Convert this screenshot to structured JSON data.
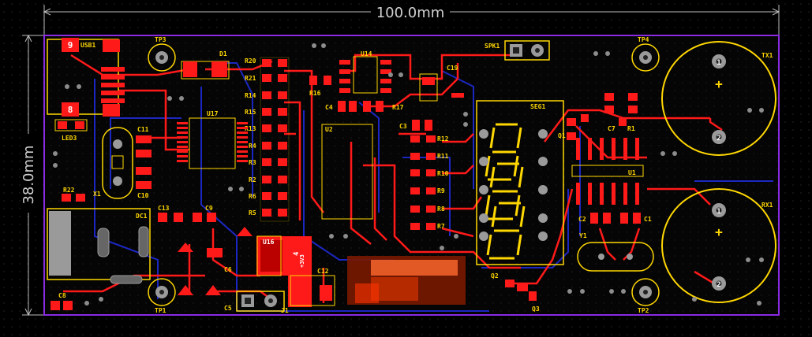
{
  "dimensions": {
    "width_label": "100.0mm",
    "height_label": "38.0mm"
  },
  "colors": {
    "background": "#000000",
    "outline": "#8a2be2",
    "top_copper": "#ff1a1a",
    "bottom_copper": "#1a1aff",
    "silkscreen": "#ffd700",
    "pad": "#e00000",
    "via": "#9a9a9a",
    "drill": "#1a1a1a"
  },
  "pad_labels": {
    "usb_pin9": "9",
    "usb_pin8": "8",
    "tx_pin1": "1",
    "tx_pin2": "2",
    "rx_pin1": "1",
    "rx_pin2": "2",
    "tx_plus": "+",
    "rx_plus": "+",
    "u16_tag": "4",
    "u16_net": "+3V3"
  },
  "components": {
    "usb1": "USB1",
    "led3": "LED3",
    "tp3": "TP3",
    "d1": "D1",
    "r20": "R20",
    "r21": "R21",
    "r14": "R14",
    "r15": "R15",
    "r13": "R13",
    "r4": "R4",
    "r3": "R3",
    "r2": "R2",
    "r6": "R6",
    "r5": "R5",
    "u17": "U17",
    "c11": "C11",
    "c10": "C10",
    "x1": "X1",
    "r22": "R22",
    "dc1": "DC1",
    "c13": "C13",
    "c9": "C9",
    "c8": "C8",
    "c6": "C6",
    "c5": "C5",
    "tp1": "TP1",
    "u16": "U16",
    "c12": "C12",
    "j1": "J1",
    "u14": "U14",
    "r16": "R16",
    "c4": "C4",
    "r17": "R17",
    "c19": "C19",
    "u2": "U2",
    "c3": "C3",
    "r12": "R12",
    "r11": "R11",
    "r10": "R10",
    "r9": "R9",
    "r8": "R8",
    "r7": "R7",
    "spk1": "SPK1",
    "seg1": "SEG1",
    "q2": "Q2",
    "q3": "Q3",
    "q1": "Q1",
    "c7": "C7",
    "r1": "R1",
    "u1": "U1",
    "c2": "C2",
    "c1": "C1",
    "y1": "Y1",
    "tp4": "TP4",
    "tp2": "TP2",
    "tx1": "TX1",
    "rx1": "RX1"
  }
}
